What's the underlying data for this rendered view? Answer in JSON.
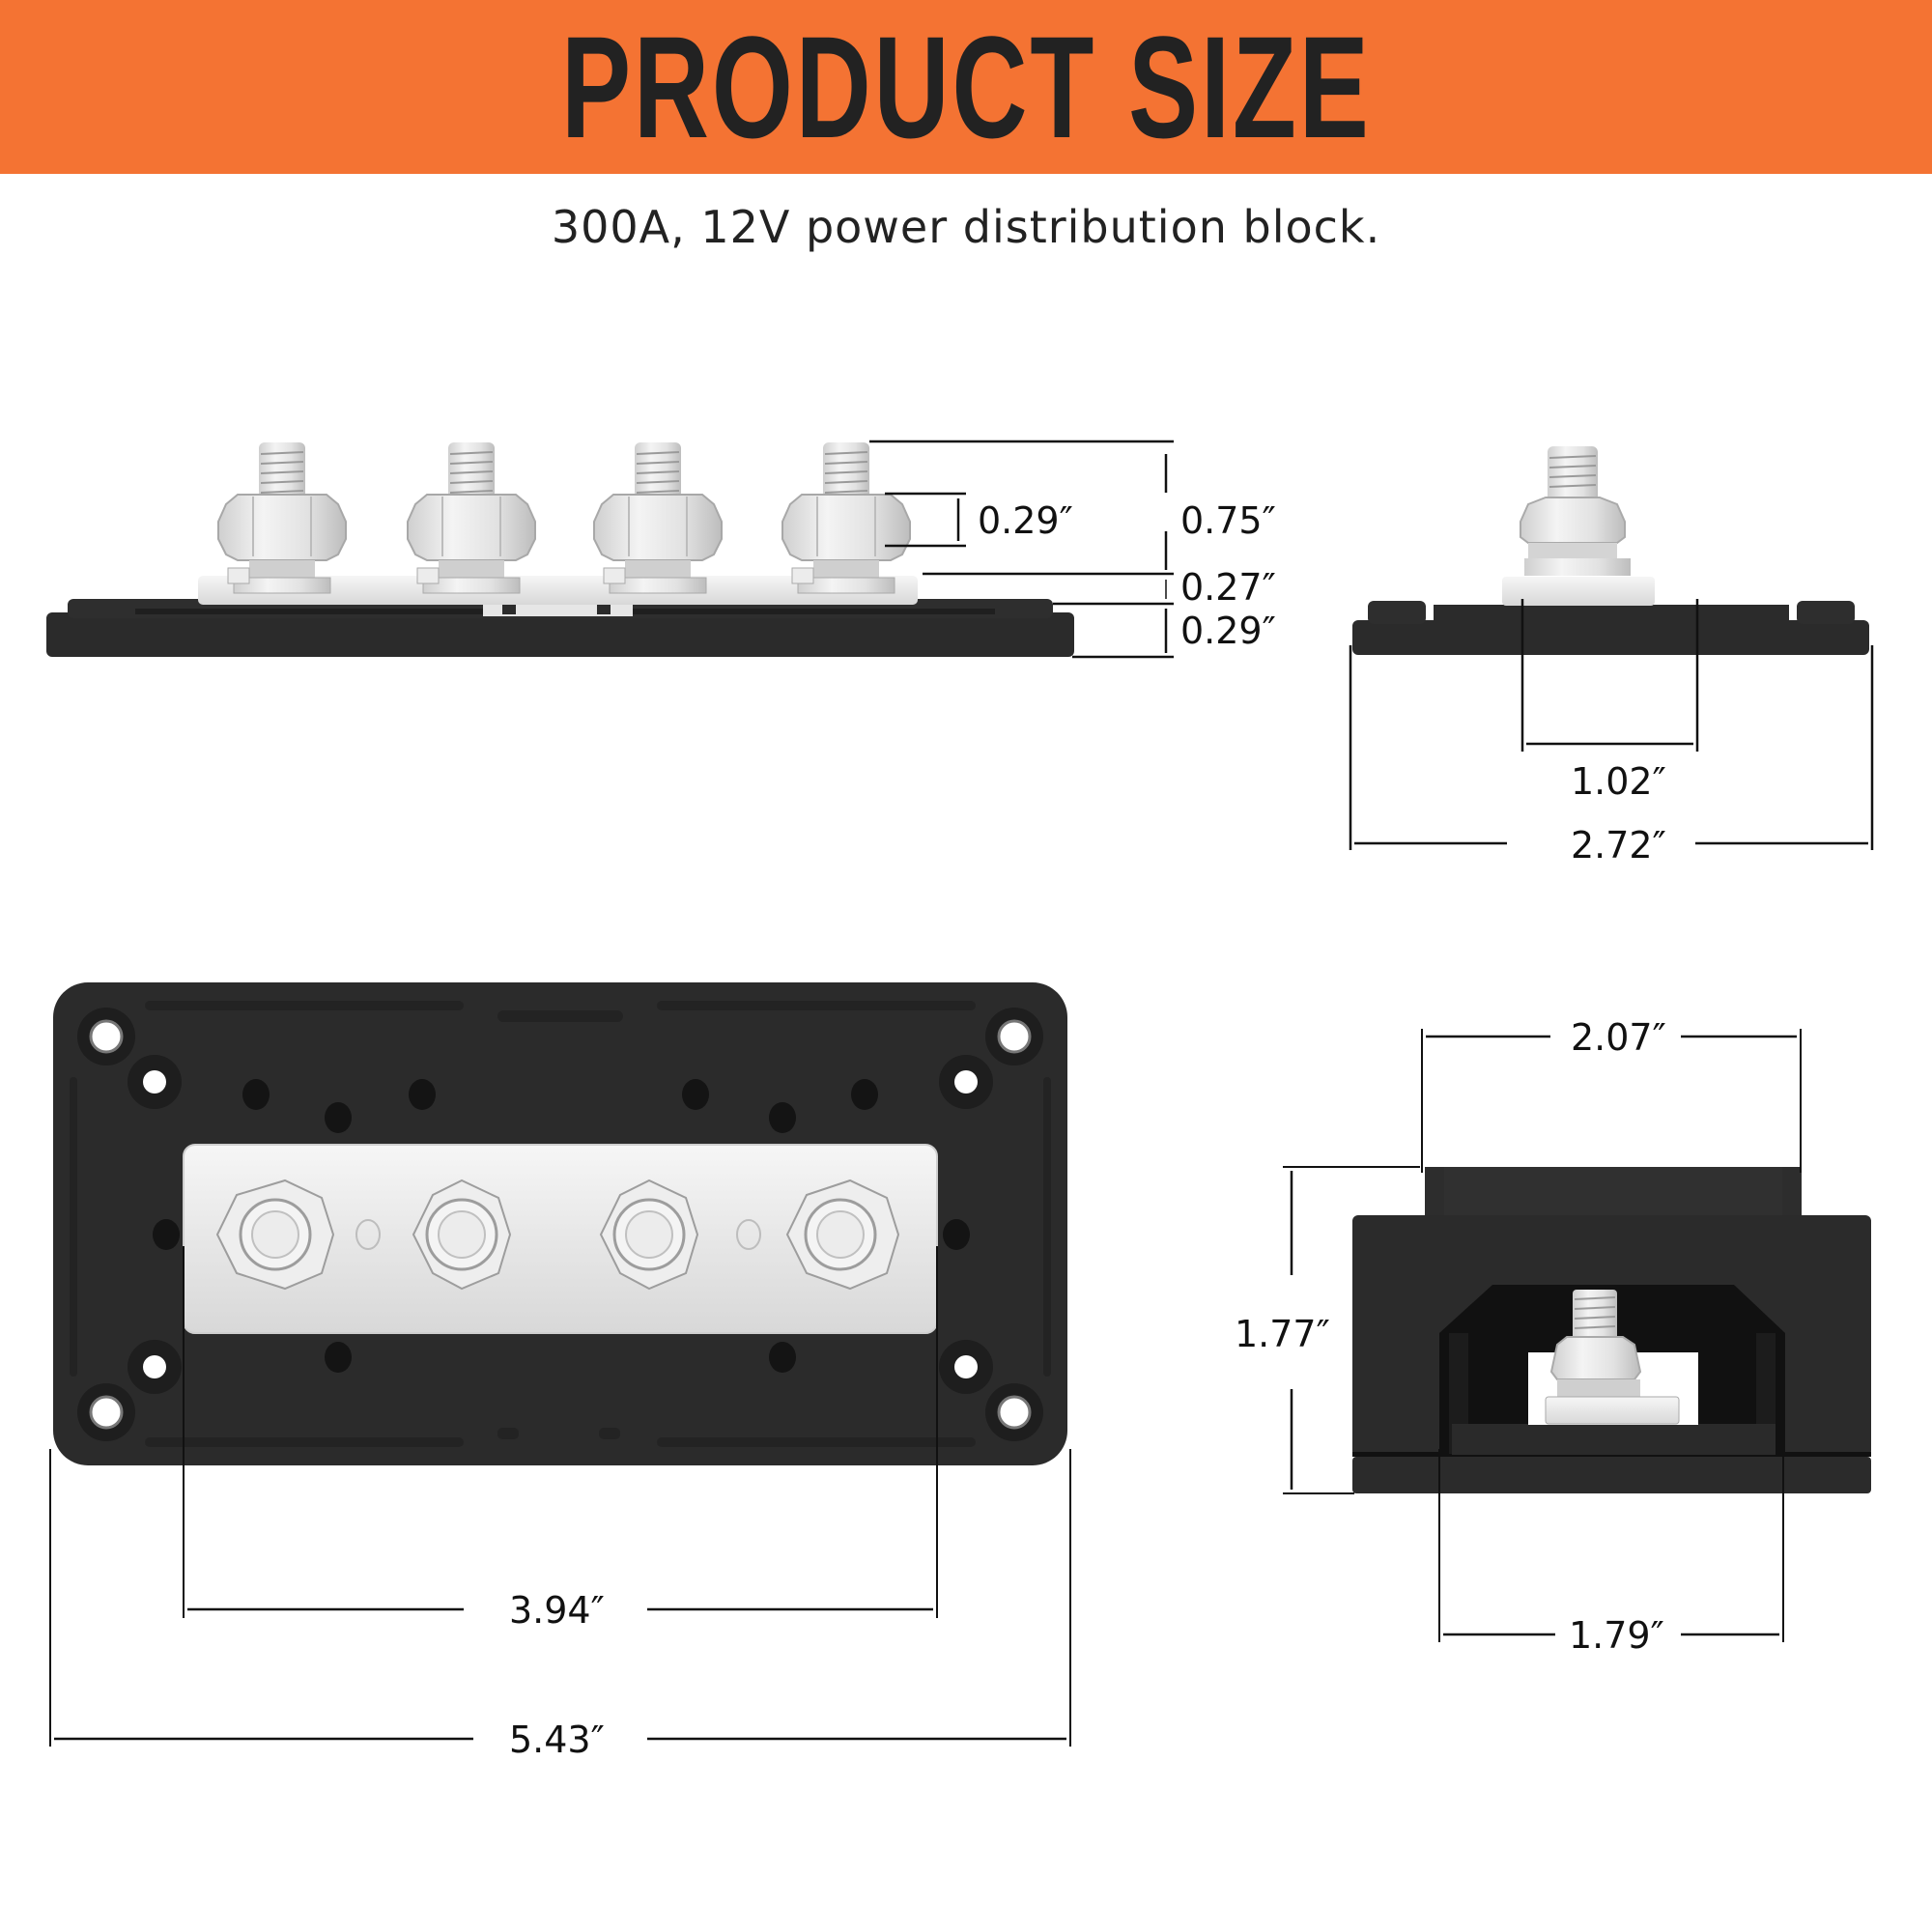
{
  "header": {
    "title": "PRODUCT SIZE",
    "subtitle": "300A, 12V power distribution block.",
    "banner_color": "#F47333",
    "title_color": "#222222"
  },
  "views": {
    "side_view": {
      "stud_count": 4,
      "dimensions": {
        "nut_height": "0.29″",
        "stud_height": "0.75″",
        "busbar_height": "0.27″",
        "base_height": "0.29″"
      }
    },
    "end_view": {
      "dimensions": {
        "busbar_width": "1.02″",
        "base_width": "2.72″"
      }
    },
    "top_view": {
      "stud_count": 4,
      "dimensions": {
        "busbar_length": "3.94″",
        "base_length": "5.43″"
      }
    },
    "front_view_with_cover": {
      "dimensions": {
        "cover_top_width": "2.07″",
        "total_height": "1.77″",
        "opening_width": "1.79″"
      }
    }
  },
  "colors": {
    "base_black": "#2b2b2b",
    "metal_silver": "#e4e4e4",
    "dimension_line": "#111111"
  }
}
